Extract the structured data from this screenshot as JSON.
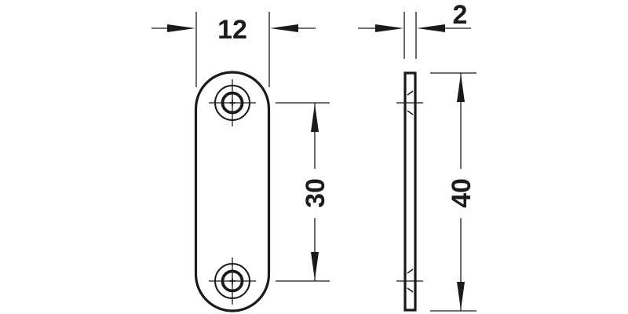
{
  "drawing": {
    "type": "technical dimension drawing",
    "subject": "flat counter plate with two screw holes",
    "unit": "mm",
    "line_color": "#1a1a1a",
    "background": "#ffffff",
    "views": {
      "front": {
        "label": "front view",
        "holes": 2
      },
      "side": {
        "label": "side view"
      }
    },
    "dimensions": {
      "width": {
        "label": "12",
        "value": 12,
        "orientation": "horizontal"
      },
      "hole_spacing": {
        "label": "30",
        "value": 30,
        "orientation": "vertical"
      },
      "thickness": {
        "label": "2",
        "value": 2,
        "orientation": "horizontal"
      },
      "length": {
        "label": "40",
        "value": 40,
        "orientation": "vertical"
      }
    }
  }
}
